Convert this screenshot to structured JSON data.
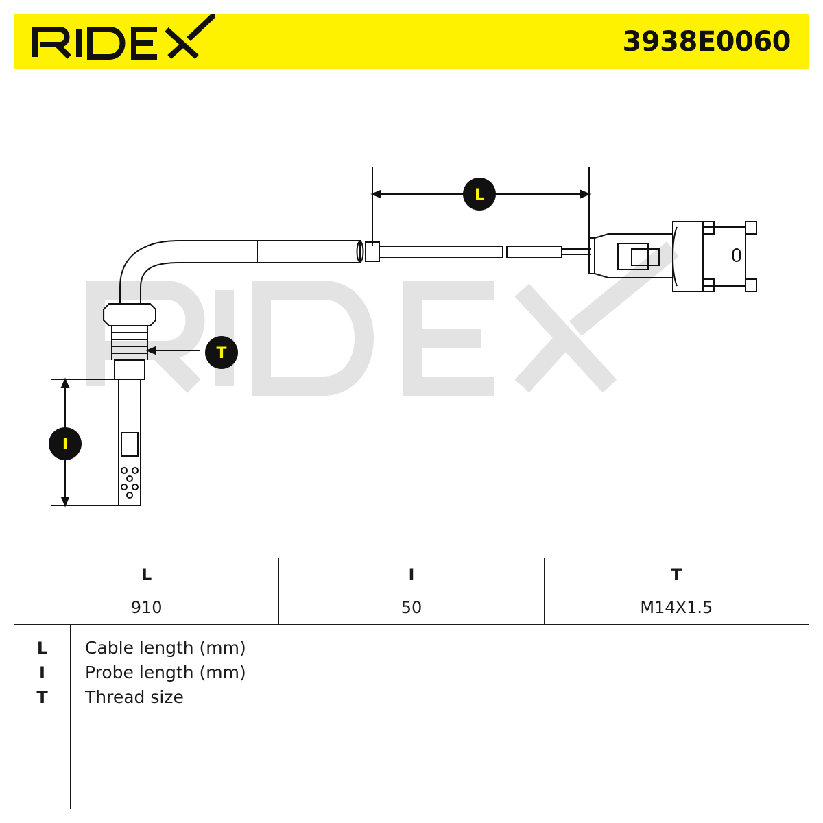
{
  "header": {
    "brand": "RIDEX",
    "part_number": "3938E0060",
    "accent_color": "#FFF200"
  },
  "drawing": {
    "watermark": "RIDEX",
    "callouts": {
      "L": "L",
      "I": "I",
      "T": "T"
    },
    "callout_label_color": "#FFF200"
  },
  "spec_table": {
    "headers": [
      "L",
      "I",
      "T"
    ],
    "values": [
      "910",
      "50",
      "M14X1.5"
    ]
  },
  "legend": [
    {
      "symbol": "L",
      "description": "Cable length (mm)"
    },
    {
      "symbol": "I",
      "description": "Probe length (mm)"
    },
    {
      "symbol": "T",
      "description": "Thread size"
    }
  ]
}
